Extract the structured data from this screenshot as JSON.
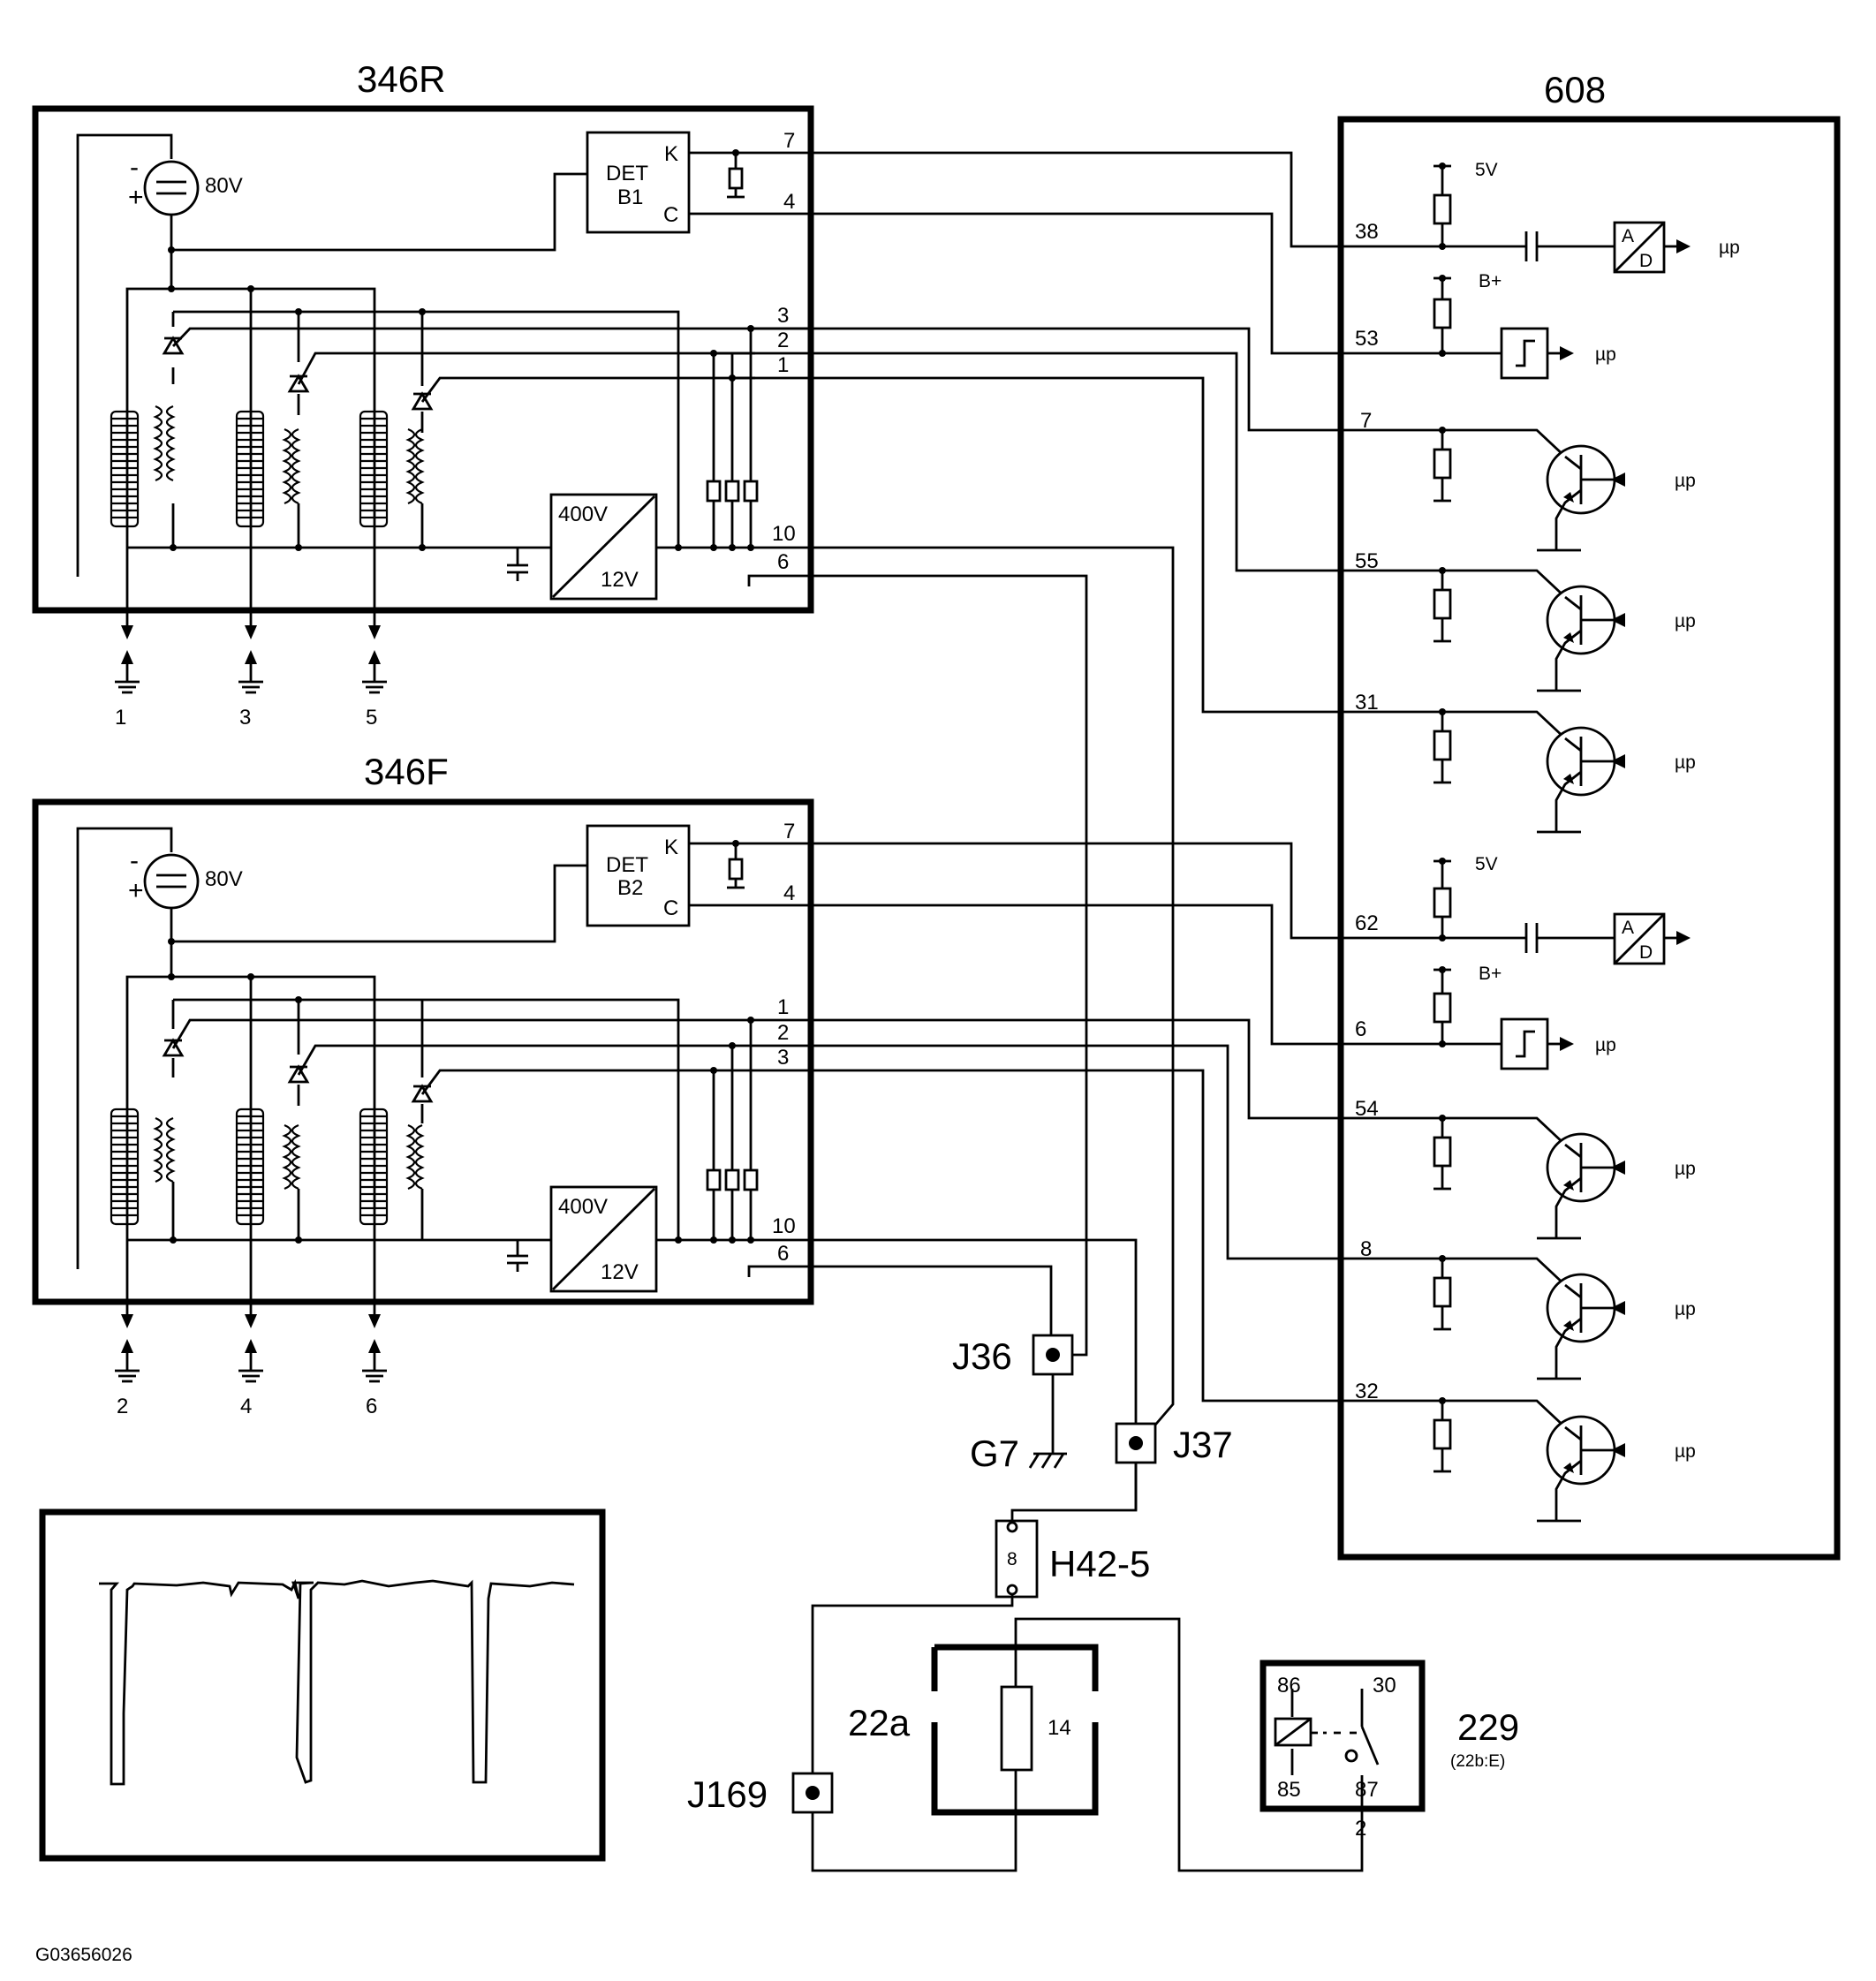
{
  "figure_id": "G03656026",
  "modules": {
    "rear": {
      "name": "346R",
      "voltage": "80V",
      "polarity_minus": "-",
      "polarity_plus": "+",
      "det_top": "DET",
      "det_bottom": "B1",
      "det_k": "K",
      "det_c": "C",
      "conv_in": "400V",
      "conv_out": "12V",
      "pins": [
        "7",
        "4",
        "3",
        "2",
        "1",
        "10",
        "6"
      ],
      "cylinders": [
        "1",
        "3",
        "5"
      ]
    },
    "front": {
      "name": "346F",
      "voltage": "80V",
      "polarity_minus": "-",
      "polarity_plus": "+",
      "det_top": "DET",
      "det_bottom": "B2",
      "det_k": "K",
      "det_c": "C",
      "conv_in": "400V",
      "conv_out": "12V",
      "pins": [
        "7",
        "4",
        "1",
        "2",
        "3",
        "10",
        "6"
      ],
      "cylinders": [
        "2",
        "4",
        "6"
      ]
    }
  },
  "ecu": {
    "name": "608",
    "supply_5v": "5V",
    "supply_bplus": "B+",
    "adc_a": "A",
    "adc_d": "D",
    "up": "µp",
    "pins_sensor_rear": [
      "38",
      "53"
    ],
    "pins_sensor_front": [
      "62",
      "6"
    ],
    "pins_drivers": [
      "7",
      "55",
      "31",
      "54",
      "8",
      "32"
    ]
  },
  "connectors": {
    "j36": "J36",
    "j37": "J37",
    "j169": "J169",
    "g7": "G7",
    "h42": "H42-5",
    "h42_pin": "8"
  },
  "fuse_box": {
    "name": "22a",
    "fuse": "14"
  },
  "relay": {
    "name": "229",
    "ref": "(22b:E)",
    "pins": [
      "86",
      "30",
      "85",
      "87"
    ],
    "out_pin": "2"
  }
}
